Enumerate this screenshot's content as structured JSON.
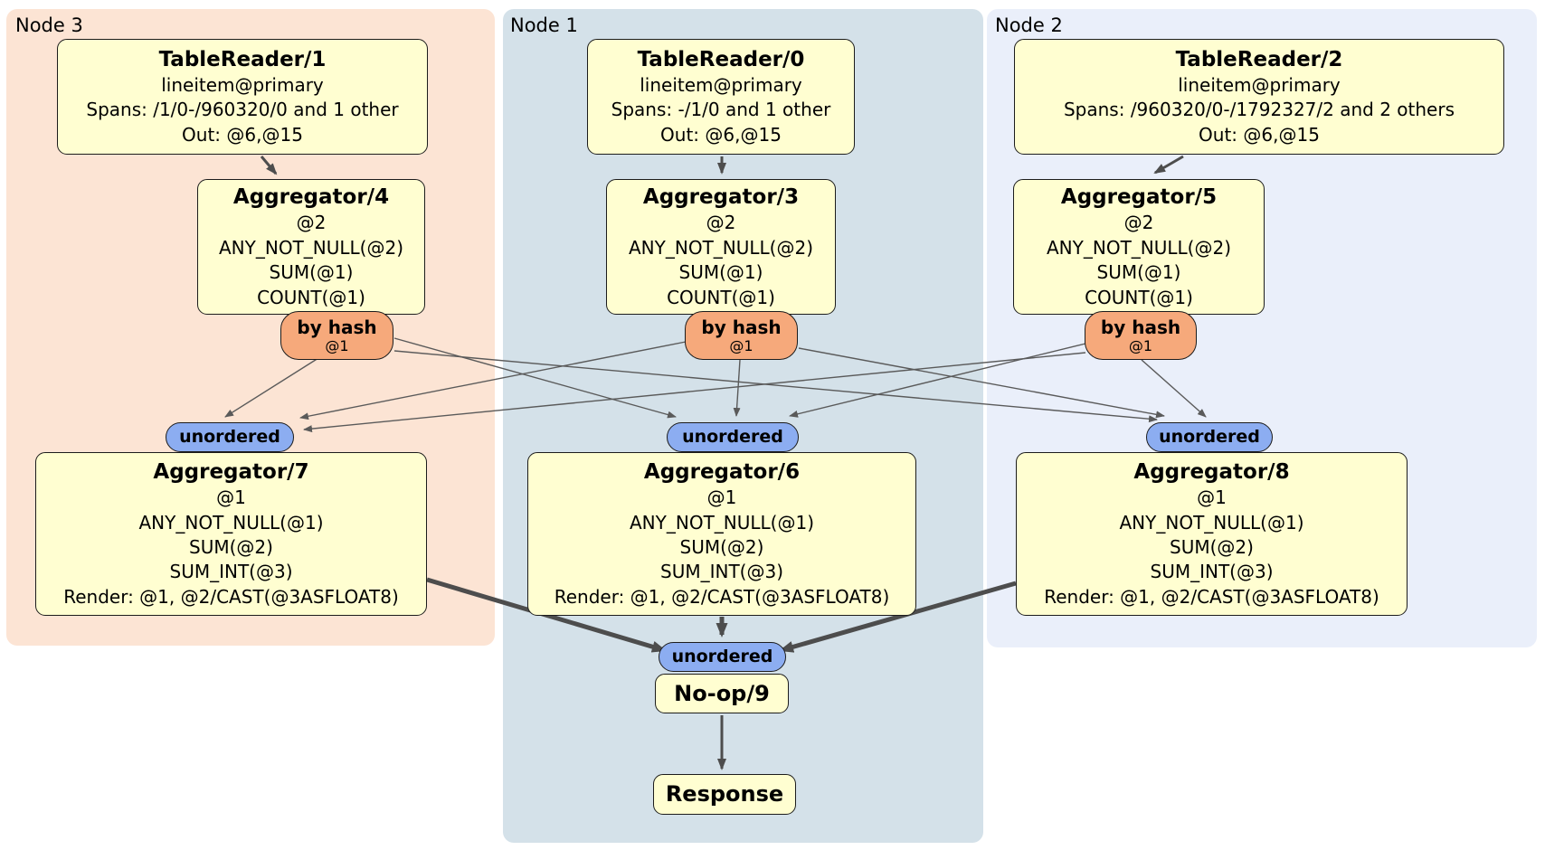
{
  "nodes": {
    "node3": "Node 3",
    "node1": "Node 1",
    "node2": "Node 2"
  },
  "routers": {
    "by_hash": {
      "label": "by hash",
      "tag": "@1"
    },
    "unordered": {
      "label": "unordered"
    }
  },
  "processors": {
    "tr1": {
      "title": "TableReader/1",
      "l1": "lineitem@primary",
      "l2": "Spans: /1/0-/960320/0 and 1 other",
      "l3": "Out: @6,@15"
    },
    "tr0": {
      "title": "TableReader/0",
      "l1": "lineitem@primary",
      "l2": "Spans: -/1/0 and 1 other",
      "l3": "Out: @6,@15"
    },
    "tr2": {
      "title": "TableReader/2",
      "l1": "lineitem@primary",
      "l2": "Spans: /960320/0-/1792327/2 and 2 others",
      "l3": "Out: @6,@15"
    },
    "agg4": {
      "title": "Aggregator/4",
      "l1": "@2",
      "l2": "ANY_NOT_NULL(@2)",
      "l3": "SUM(@1)",
      "l4": "COUNT(@1)"
    },
    "agg3": {
      "title": "Aggregator/3",
      "l1": "@2",
      "l2": "ANY_NOT_NULL(@2)",
      "l3": "SUM(@1)",
      "l4": "COUNT(@1)"
    },
    "agg5": {
      "title": "Aggregator/5",
      "l1": "@2",
      "l2": "ANY_NOT_NULL(@2)",
      "l3": "SUM(@1)",
      "l4": "COUNT(@1)"
    },
    "agg7": {
      "title": "Aggregator/7",
      "l1": "@1",
      "l2": "ANY_NOT_NULL(@1)",
      "l3": "SUM(@2)",
      "l4": "SUM_INT(@3)",
      "l5": "Render: @1, @2/CAST(@3ASFLOAT8)"
    },
    "agg6": {
      "title": "Aggregator/6",
      "l1": "@1",
      "l2": "ANY_NOT_NULL(@1)",
      "l3": "SUM(@2)",
      "l4": "SUM_INT(@3)",
      "l5": "Render: @1, @2/CAST(@3ASFLOAT8)"
    },
    "agg8": {
      "title": "Aggregator/8",
      "l1": "@1",
      "l2": "ANY_NOT_NULL(@1)",
      "l3": "SUM(@2)",
      "l4": "SUM_INT(@3)",
      "l5": "Render: @1, @2/CAST(@3ASFLOAT8)"
    },
    "noop": {
      "title": "No-op/9"
    },
    "response": {
      "title": "Response"
    }
  },
  "colors": {
    "node3_bg": "#fce4d4",
    "node1_bg": "#d4e1e9",
    "node2_bg": "#eaeffa",
    "processor_bg": "#fffed1",
    "hash_router_bg": "#f6a97b",
    "unordered_sync_bg": "#8cadf1",
    "edge": "#4d4d4d"
  }
}
